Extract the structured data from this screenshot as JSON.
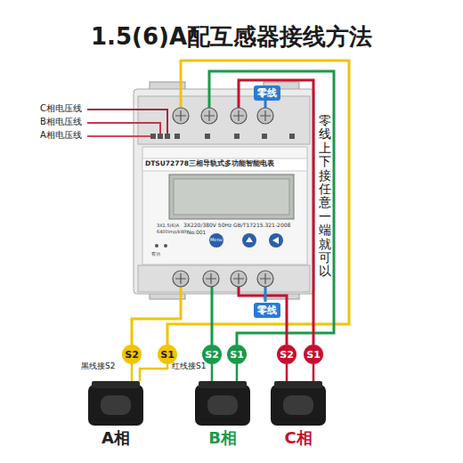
{
  "diagram": {
    "title": "1.5(6)A配互感器接线方法",
    "nodes": [
      {
        "text": [
          "零线"
        ]
      },
      {
        "text": [
          "零线"
        ]
      },
      {
        "text": [
          "S2"
        ]
      },
      {
        "text": [
          "S1"
        ]
      },
      {
        "text": [
          "S2"
        ]
      },
      {
        "text": [
          "S1"
        ]
      },
      {
        "text": [
          "S2"
        ]
      },
      {
        "text": [
          "S1"
        ]
      },
      {
        "text": [
          "A相"
        ]
      },
      {
        "text": [
          "B相"
        ]
      },
      {
        "text": [
          "C相"
        ]
      }
    ],
    "edges": [
      {
        "from": 2,
        "to": 8,
        "arrow": "none"
      },
      {
        "from": 3,
        "to": 8,
        "arrow": "none"
      },
      {
        "from": 4,
        "to": 9,
        "arrow": "none"
      },
      {
        "from": 5,
        "to": 9,
        "arrow": "none"
      },
      {
        "from": 6,
        "to": 10,
        "arrow": "none"
      },
      {
        "from": 7,
        "to": 10,
        "arrow": "none"
      }
    ],
    "labels": [
      "C相电压线",
      "B相电压线",
      "A相电压线",
      "零线上下接任意一端就可以",
      "黑线接S2",
      "红线接S1",
      "DTSU72778三相导轨式多功能智能电表",
      "3X1.5(6)A",
      "3X220/380V 50Hz",
      "GB/T17215.321-2008",
      "6400imp/kWh",
      "No.001",
      "有功",
      "Menu"
    ]
  }
}
